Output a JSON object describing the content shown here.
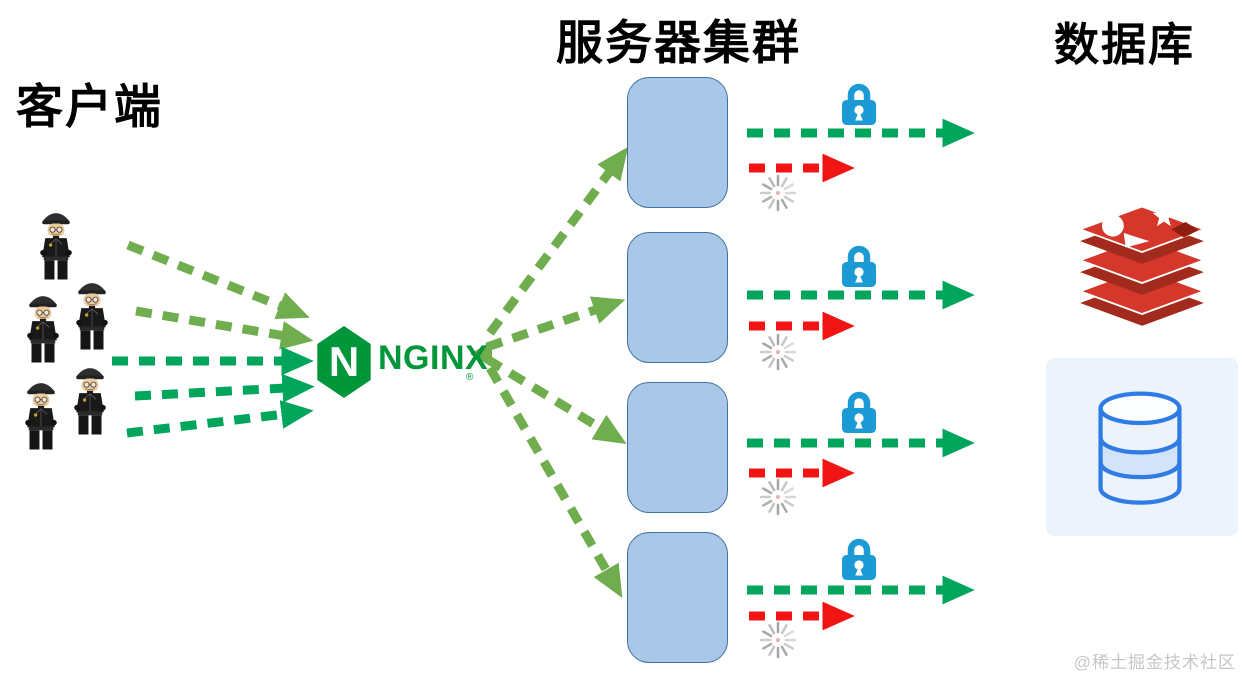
{
  "titles": {
    "clients": "客户端",
    "server_cluster": "服务器集群",
    "database": "数据库"
  },
  "nginx": {
    "letter": "N",
    "name": "NGINX",
    "registered_mark": "®",
    "brand_color": "#009639"
  },
  "watermark": {
    "text": "@稀土掘金技术社区"
  },
  "colors": {
    "arrow_green_light": "#6fad4e",
    "arrow_green_emerald": "#00a55c",
    "arrow_red": "#f01414",
    "server_box_fill": "#a9c7e9",
    "server_box_border": "#41719c",
    "lock_blue": "#1b9ad5",
    "spinner_gray": "#9b9b9b",
    "redis_red": "#d5382a",
    "redis_red_dark": "#a32b1d",
    "db_icon_blue": "#2e7ce4",
    "db_icon_band_fill": "#d3e3f9",
    "db_icon_background": "#edf3fb"
  },
  "diagram": {
    "clients": {
      "count": 5,
      "icon": "lego-policeman-icon"
    },
    "load_balancer": {
      "icon": "nginx-logo"
    },
    "servers": {
      "count": 4
    },
    "flows_per_server": {
      "secure_icon": "padlock-icon",
      "green_arrow": "server-to-database",
      "red_arrow": "failed-request",
      "failed_icon": "spinner-icon"
    },
    "databases": [
      {
        "icon": "redis-logo"
      },
      {
        "icon": "database-cylinder-icon"
      }
    ]
  }
}
